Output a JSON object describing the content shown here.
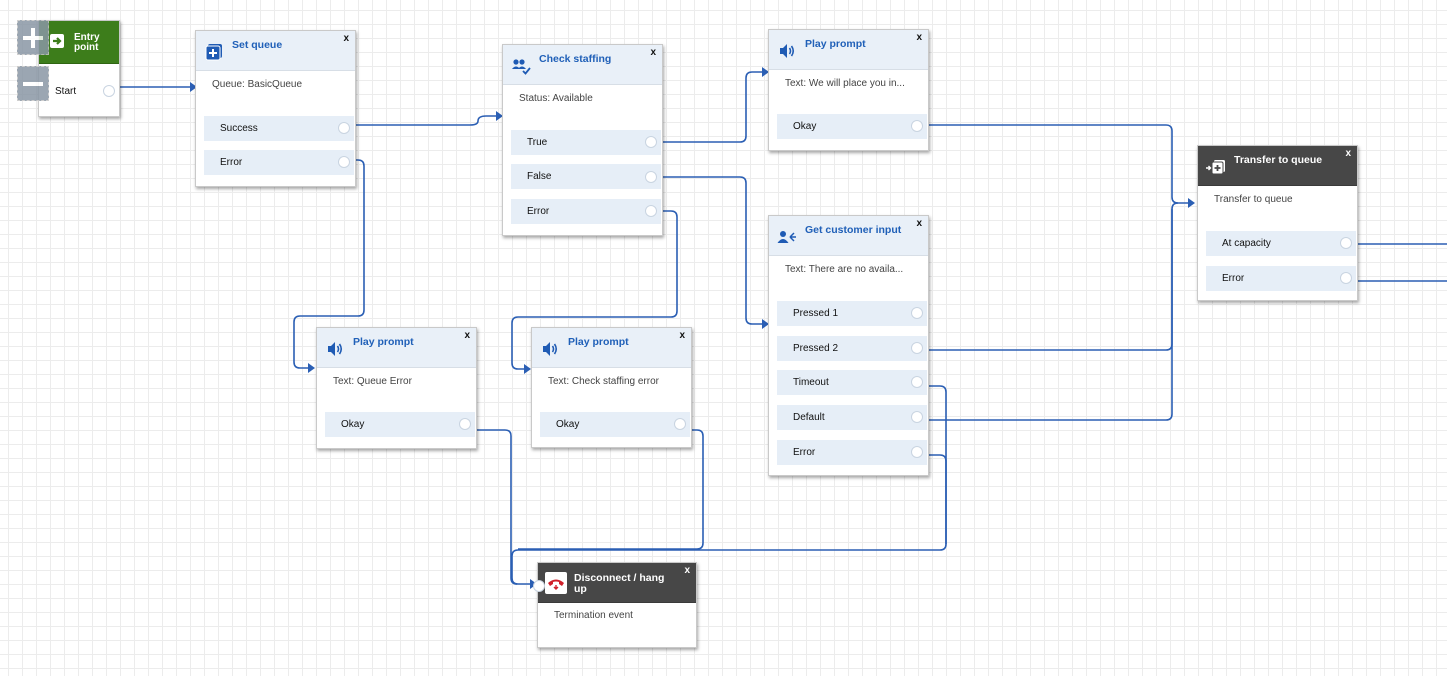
{
  "zoom": {
    "in_symbol": "+",
    "out_symbol": "−"
  },
  "entry": {
    "title_line1": "Entry",
    "title_line2": "point",
    "branch": "Start"
  },
  "set_queue": {
    "title": "Set queue",
    "close": "x",
    "desc": "Queue: BasicQueue",
    "branches": [
      "Success",
      "Error"
    ]
  },
  "check_staffing": {
    "title": "Check staffing",
    "close": "x",
    "desc": "Status: Available",
    "branches": [
      "True",
      "False",
      "Error"
    ]
  },
  "play_prompt_top": {
    "title": "Play prompt",
    "close": "x",
    "desc": "Text: We will place you in...",
    "branches": [
      "Okay"
    ]
  },
  "transfer_queue": {
    "title": "Transfer to queue",
    "close": "x",
    "desc": "Transfer to queue",
    "branches": [
      "At capacity",
      "Error"
    ]
  },
  "get_input": {
    "title": "Get customer input",
    "close": "x",
    "desc": "Text: There are no availa...",
    "branches": [
      "Pressed 1",
      "Pressed 2",
      "Timeout",
      "Default",
      "Error"
    ]
  },
  "play_prompt_qerr": {
    "title": "Play prompt",
    "close": "x",
    "desc": "Text: Queue Error",
    "branches": [
      "Okay"
    ]
  },
  "play_prompt_serr": {
    "title": "Play prompt",
    "close": "x",
    "desc": "Text: Check staffing error",
    "branches": [
      "Okay"
    ]
  },
  "disconnect": {
    "title": "Disconnect / hang up",
    "close": "x",
    "desc": "Termination event"
  },
  "colors": {
    "wire": "#2b5fb4",
    "header_light": "#e9f0f8",
    "header_dark": "#474747",
    "entry_green": "#3d7d1b",
    "title_blue": "#2060b8"
  }
}
